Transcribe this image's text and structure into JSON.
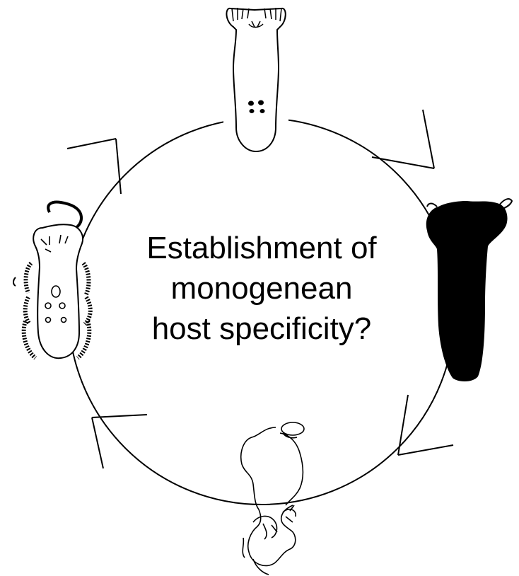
{
  "center_label": {
    "lines": [
      "Establishment of",
      "monogenean",
      "host specificity?"
    ]
  },
  "colors": {
    "ink": "#000000",
    "background": "#ffffff"
  },
  "icons": {
    "top": "oncomiracidium-larva-icon",
    "right": "silhouette-larva-icon",
    "bottom": "attached-worm-icon",
    "left": "ciliated-larva-icon"
  }
}
